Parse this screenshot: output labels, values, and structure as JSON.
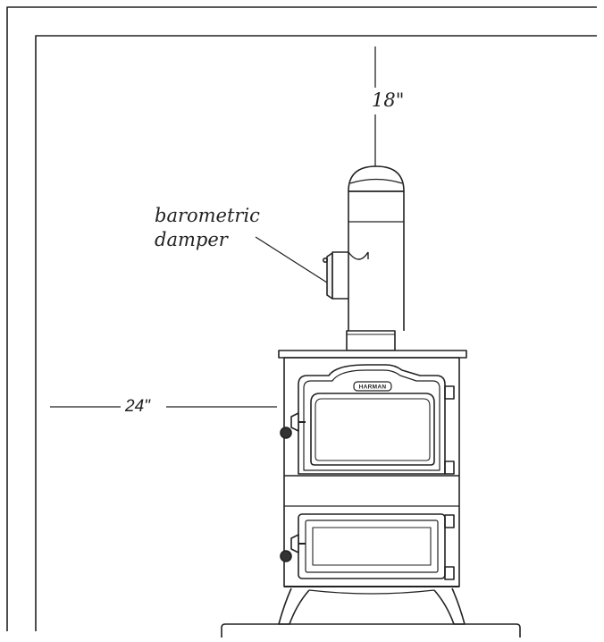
{
  "labels": {
    "clearance_top": "18\"",
    "damper_line1": "barometric",
    "damper_line2": "damper",
    "clearance_side": "24\""
  },
  "stove": {
    "brand": "HARMAN"
  }
}
